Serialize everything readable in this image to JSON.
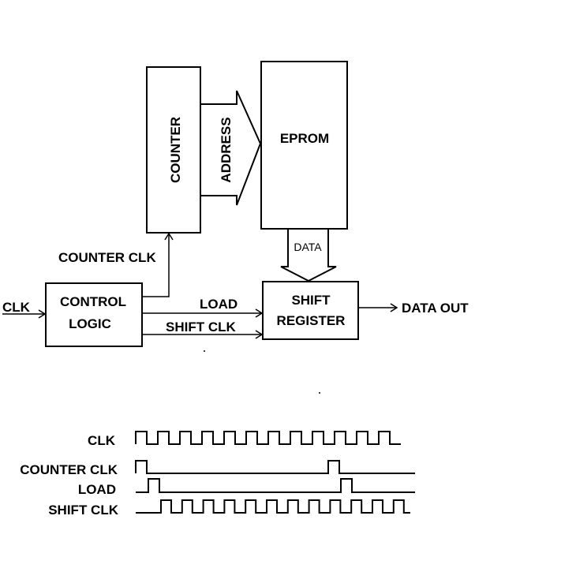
{
  "blocks": {
    "counter": "COUNTER",
    "address": "ADDRESS",
    "eprom": "EPROM",
    "data": "DATA",
    "control_logic": [
      "CONTROL",
      "LOGIC"
    ],
    "shift_register": [
      "SHIFT",
      "REGISTER"
    ]
  },
  "signals": {
    "clk_in": "CLK",
    "counter_clk": "COUNTER CLK",
    "load": "LOAD",
    "shift_clk": "SHIFT CLK",
    "data_out": "DATA OUT"
  },
  "timing": {
    "labels": [
      "CLK",
      "COUNTER CLK",
      "LOAD",
      "SHIFT CLK"
    ]
  },
  "colors": {
    "line": "#000000",
    "background": "#ffffff"
  }
}
